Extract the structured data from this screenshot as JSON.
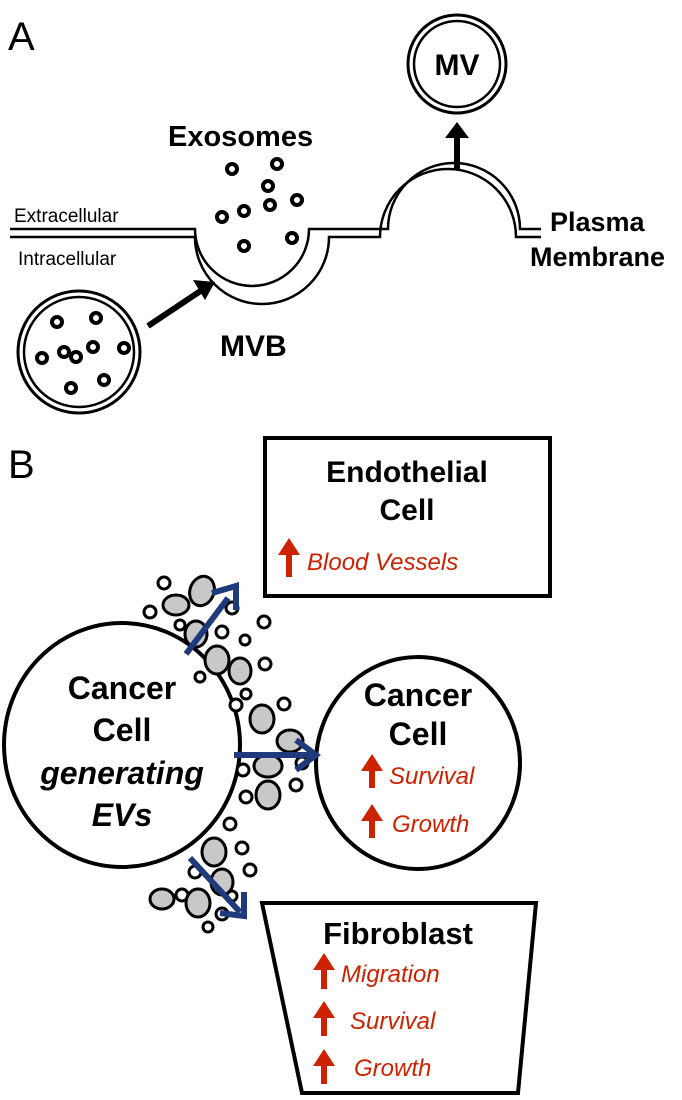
{
  "panel_a": {
    "letter": "A",
    "exosomes": "Exosomes",
    "mv": "MV",
    "extracellular": "Extracellular",
    "intracellular": "Intracellular",
    "plasma": "Plasma",
    "membrane": "Membrane",
    "mvb": "MVB"
  },
  "panel_b": {
    "letter": "B",
    "source_cell": {
      "line1": "Cancer",
      "line2": "Cell",
      "line3": "generating",
      "line4": "EVs"
    },
    "endothelial": {
      "title1": "Endothelial",
      "title2": "Cell",
      "effect1": "Blood Vessels"
    },
    "target_cancer": {
      "title1": "Cancer",
      "title2": "Cell",
      "effect1": "Survival",
      "effect2": "Growth"
    },
    "fibroblast": {
      "title": "Fibroblast",
      "effect1": "Migration",
      "effect2": "Survival",
      "effect3": "Growth"
    }
  },
  "colors": {
    "red_arrow": "#cc2200",
    "blue_arrow": "#1f3a7a",
    "ev_fill": "#c8c8c8",
    "line": "#000000"
  }
}
